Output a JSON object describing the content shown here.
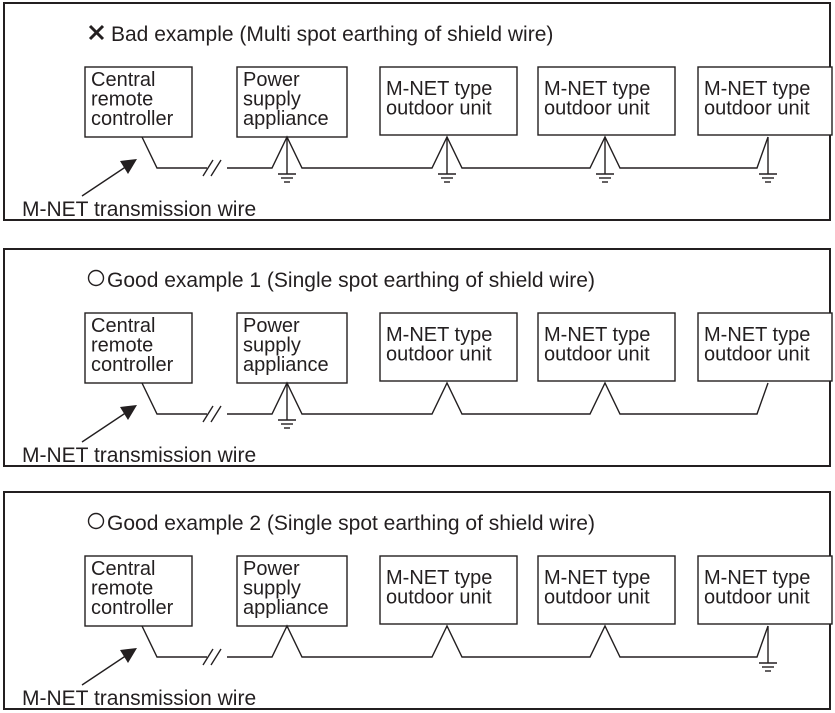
{
  "panels": [
    {
      "id": "bad",
      "mark": "cross",
      "title": "Bad example (Multi spot earthing of shield wire)",
      "grounds": [
        1,
        2,
        3,
        4
      ],
      "units": [
        [
          "Central",
          "remote",
          "controller"
        ],
        [
          "Power",
          "supply",
          "appliance"
        ],
        [
          "M-NET type",
          "outdoor unit"
        ],
        [
          "M-NET type",
          "outdoor unit"
        ],
        [
          "M-NET type",
          "outdoor unit"
        ]
      ],
      "wire_label": "M-NET transmission wire"
    },
    {
      "id": "good-1",
      "mark": "circle",
      "title": "Good example 1 (Single spot earthing of shield wire)",
      "grounds": [
        1
      ],
      "units": [
        [
          "Central",
          "remote",
          "controller"
        ],
        [
          "Power",
          "supply",
          "appliance"
        ],
        [
          "M-NET type",
          "outdoor unit"
        ],
        [
          "M-NET type",
          "outdoor unit"
        ],
        [
          "M-NET type",
          "outdoor unit"
        ]
      ],
      "wire_label": "M-NET transmission wire"
    },
    {
      "id": "good-2",
      "mark": "circle",
      "title": "Good example 2 (Single spot earthing of shield wire)",
      "grounds": [
        4
      ],
      "units": [
        [
          "Central",
          "remote",
          "controller"
        ],
        [
          "Power",
          "supply",
          "appliance"
        ],
        [
          "M-NET type",
          "outdoor unit"
        ],
        [
          "M-NET type",
          "outdoor unit"
        ],
        [
          "M-NET type",
          "outdoor unit"
        ]
      ],
      "wire_label": "M-NET transmission wire"
    }
  ]
}
